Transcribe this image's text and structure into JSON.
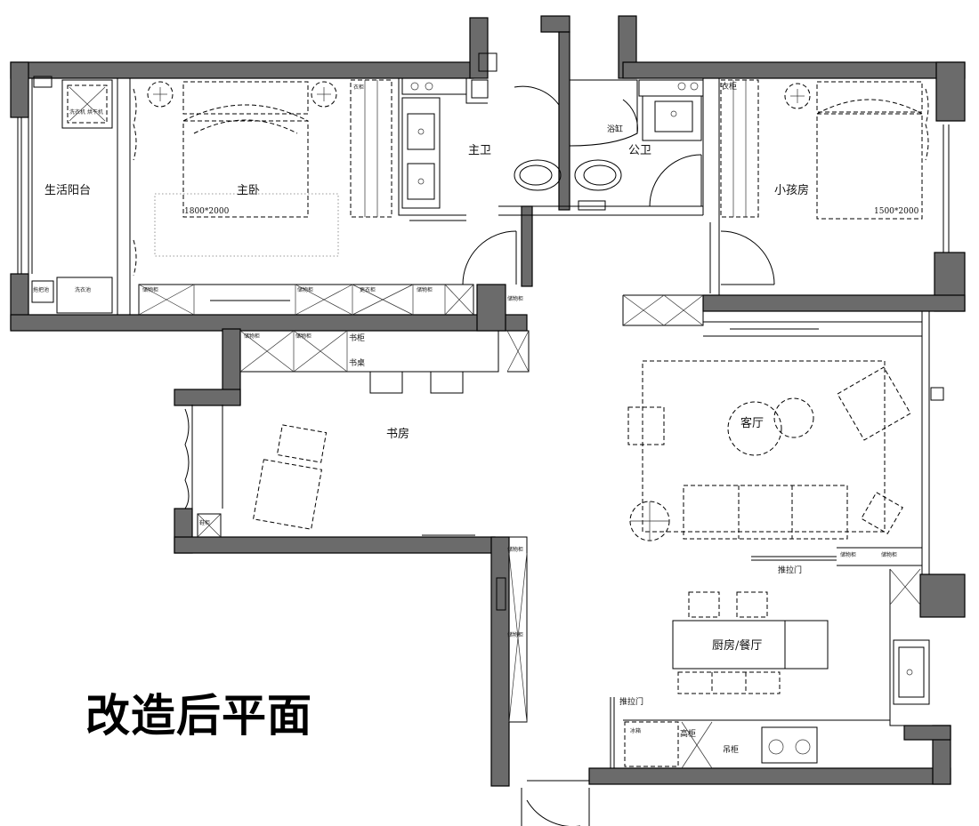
{
  "plan_title": "改造后平面",
  "rooms": {
    "balcony": "生活阳台",
    "master_bedroom": "主卧",
    "master_bath": "主卫",
    "public_bath": "公卫",
    "kids_room": "小孩房",
    "study": "书房",
    "living_room": "客厅",
    "kitchen_dining": "厨房/餐厅"
  },
  "bed_sizes": {
    "master": "1800*2000",
    "kids": "1500*2000"
  },
  "labels": {
    "wardrobe": "衣柜",
    "kids_wardrobe": "衣柜",
    "bathtub": "浴缸",
    "bookshelf": "书柜",
    "desk": "书桌",
    "sliding_door_living": "推拉门",
    "sliding_door_kitchen": "推拉门",
    "tall_cabinet": "高柜",
    "wall_cabinet": "吊柜",
    "fridge": "冰箱",
    "washer_dryer": "洗衣机 烘干机",
    "sink_cabinet": "洗衣池",
    "mop_pool": "拖把池",
    "storage_1": "储物柜",
    "storage_2": "储物柜",
    "storage_3": "储物柜",
    "storage_4": "储物柜",
    "storage_5": "储物柜",
    "storage_6": "储物柜",
    "storage_7": "储物柜",
    "storage_8": "储物柜",
    "storage_9": "储物柜",
    "storage_10": "储物柜",
    "changing": "更衣柜",
    "shoe": "鞋柜"
  }
}
